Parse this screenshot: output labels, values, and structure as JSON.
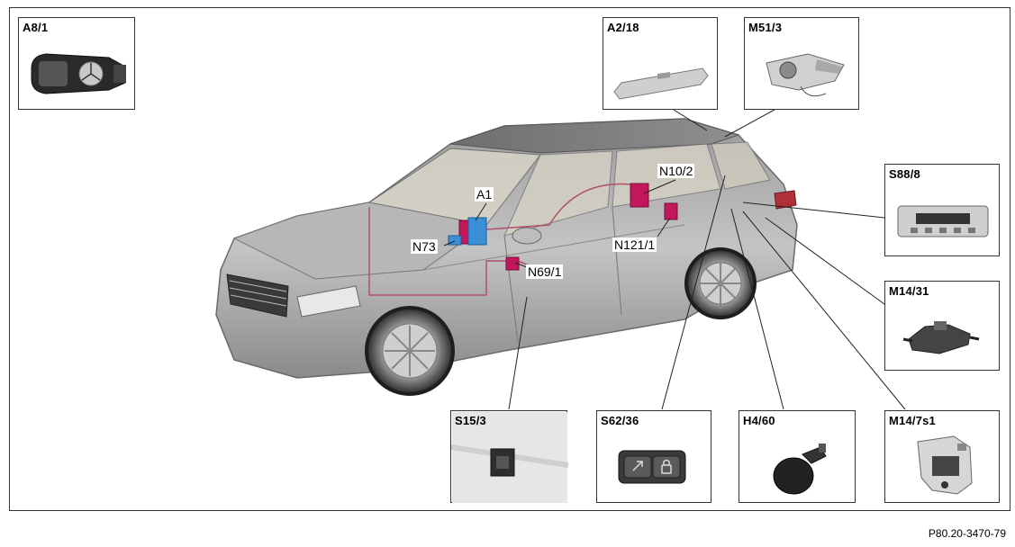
{
  "figure_ref": "P80.20-3470-79",
  "boxes": {
    "a8_1": "A8/1",
    "a2_18": "A2/18",
    "m51_3": "M51/3",
    "s88_8": "S88/8",
    "m14_31": "M14/31",
    "m14_7s1": "M14/7s1",
    "h4_60": "H4/60",
    "s62_36": "S62/36",
    "s15_3": "S15/3"
  },
  "callouts": {
    "a1": "A1",
    "n73": "N73",
    "n10_2": "N10/2",
    "n121_1": "N121/1",
    "n69_1": "N69/1"
  },
  "colors": {
    "module_magenta": "#c2185b",
    "module_blue": "#3a8fd6",
    "car_body": "#a9a9a9",
    "harness": "#b0506a"
  }
}
